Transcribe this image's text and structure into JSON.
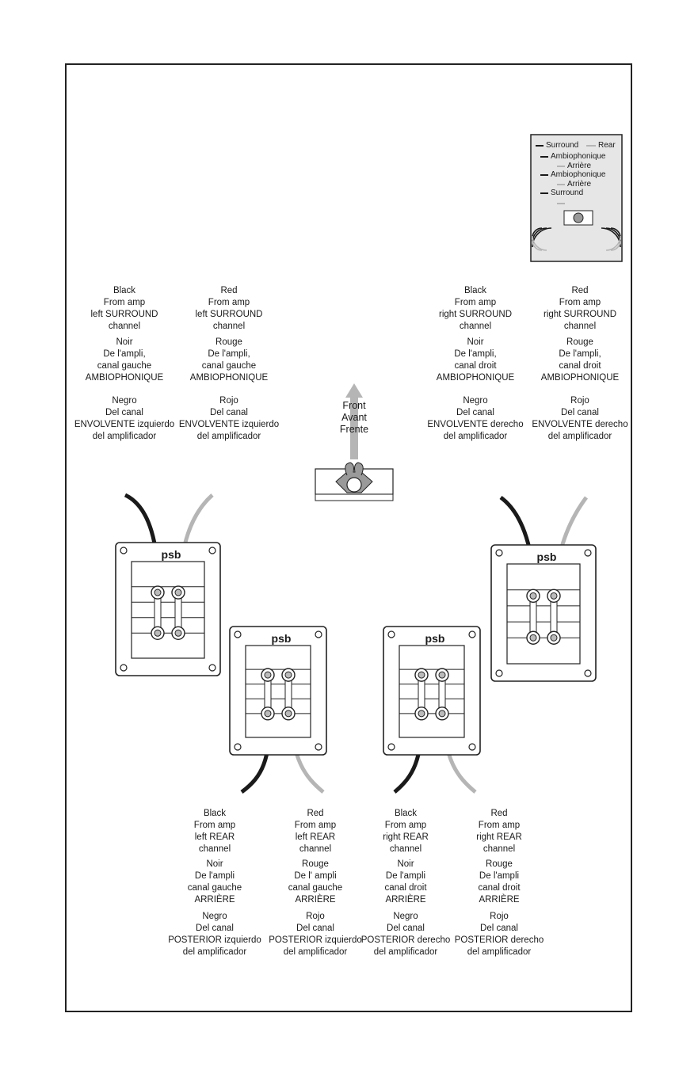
{
  "legend": {
    "line1_surround": "Surround",
    "line1_rear": "Rear",
    "line2": "Ambiophonique",
    "line3": "Arrière",
    "line4": "Ambiophonique",
    "line5": "Arrière",
    "line6": "Surround",
    "colors": {
      "black": "#1a1a1a",
      "grey": "#b5b5b5",
      "panel": "#e6e6e6"
    }
  },
  "front_label": "Front\nAvant\nFrente",
  "speaker_logo": "psb",
  "labels_top": [
    {
      "en": "Black\nFrom amp\nleft SURROUND\nchannel",
      "fr": "Noir\nDe l'ampli,\ncanal gauche\nAMBIOPHONIQUE",
      "es": "Negro\nDel canal\nENVOLVENTE izquierdo\ndel amplificador"
    },
    {
      "en": "Red\nFrom amp\nleft SURROUND\nchannel",
      "fr": "Rouge\nDe l'ampli,\ncanal gauche\nAMBIOPHONIQUE",
      "es": "Rojo\nDel canal\nENVOLVENTE izquierdo\ndel amplificador"
    },
    {
      "en": "Black\nFrom amp\nright SURROUND\nchannel",
      "fr": "Noir\nDe l'ampli,\ncanal droit\nAMBIOPHONIQUE",
      "es": "Negro\nDel canal\nENVOLVENTE derecho\ndel amplificador"
    },
    {
      "en": "Red\nFrom amp\nright SURROUND\nchannel",
      "fr": "Rouge\nDe l'ampli,\ncanal droit\nAMBIOPHONIQUE",
      "es": "Rojo\nDel canal\nENVOLVENTE derecho\ndel amplificador"
    }
  ],
  "labels_bottom": [
    {
      "en": "Black\nFrom amp\nleft REAR\nchannel",
      "fr": "Noir\nDe l'ampli\ncanal gauche\nARRIÈRE",
      "es": "Negro\nDel canal\nPOSTERIOR izquierdo\ndel amplificador"
    },
    {
      "en": "Red\nFrom amp\nleft REAR\nchannel",
      "fr": "Rouge\nDe l' ampli\ncanal gauche\nARRIÈRE",
      "es": "Rojo\nDel canal\nPOSTERIOR izquierdo\ndel amplificador"
    },
    {
      "en": "Black\nFrom amp\nright REAR\nchannel",
      "fr": "Noir\nDe l'ampli\ncanal droit\nARRIÈRE",
      "es": "Negro\nDel canal\nPOSTERIOR derecho\ndel amplificador"
    },
    {
      "en": "Red\nFrom amp\nright REAR\nchannel",
      "fr": "Rouge\nDe l'ampli\ncanal droit\nARRIÈRE",
      "es": "Rojo\nDel canal\nPOSTERIOR derecho\ndel amplificador"
    }
  ]
}
